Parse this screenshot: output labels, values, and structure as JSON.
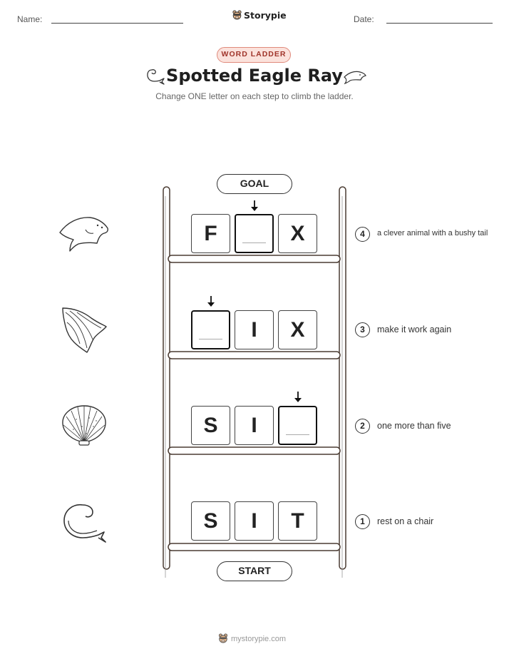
{
  "header": {
    "name_label": "Name:",
    "date_label": "Date:",
    "brand": "Storypie"
  },
  "badge": "WORD LADDER",
  "title": "Spotted Eagle Ray",
  "subtitle": "Change ONE letter on each step to climb the ladder.",
  "goal_label": "GOAL",
  "start_label": "START",
  "steps": [
    {
      "number": "4",
      "letters": [
        "F",
        "",
        "X"
      ],
      "clue": "a clever animal with a bushy tail",
      "icon": "stingray-icon"
    },
    {
      "number": "3",
      "letters": [
        "",
        "I",
        "X"
      ],
      "clue": "make it work again",
      "icon": "ray-fin-icon"
    },
    {
      "number": "2",
      "letters": [
        "S",
        "I",
        ""
      ],
      "clue": "one more than five",
      "icon": "seashell-icon"
    },
    {
      "number": "1",
      "letters": [
        "S",
        "I",
        "T"
      ],
      "clue": "rest on a chair",
      "icon": "ray-tail-icon"
    }
  ],
  "footer": "mystorypie.com"
}
